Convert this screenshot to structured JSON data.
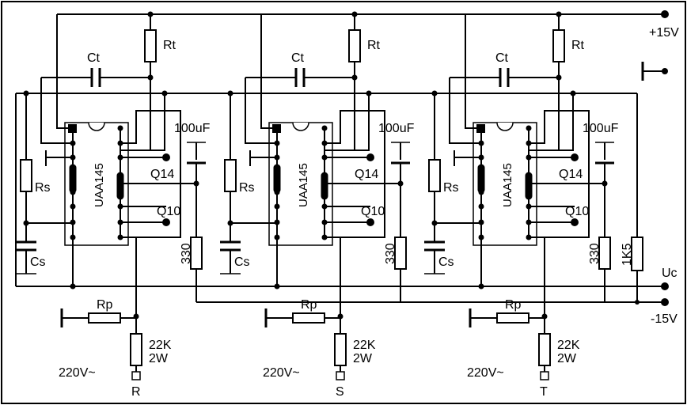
{
  "supply": {
    "pos": "+15V",
    "neg": "-15V",
    "uc": "Uc"
  },
  "channels": [
    {
      "ic": "UAA145",
      "rt": "Rt",
      "ct": "Ct",
      "rs": "Rs",
      "cs": "Cs",
      "cap": "100uF",
      "q14": "Q14",
      "q10": "Q10",
      "r330": "330",
      "rp": "Rp",
      "r22k": "22K",
      "r2w": "2W",
      "mains": "220V~",
      "phase": "R"
    },
    {
      "ic": "UAA145",
      "rt": "Rt",
      "ct": "Ct",
      "rs": "Rs",
      "cs": "Cs",
      "cap": "100uF",
      "q14": "Q14",
      "q10": "Q10",
      "r330": "330",
      "rp": "Rp",
      "r22k": "22K",
      "r2w": "2W",
      "mains": "220V~",
      "phase": "S"
    },
    {
      "ic": "UAA145",
      "rt": "Rt",
      "ct": "Ct",
      "rs": "Rs",
      "cs": "Cs",
      "cap": "100uF",
      "q14": "Q14",
      "q10": "Q10",
      "r330": "330",
      "rp": "Rp",
      "r22k": "22K",
      "r2w": "2W",
      "mains": "220V~",
      "phase": "T"
    }
  ],
  "r1k5": "1K5"
}
